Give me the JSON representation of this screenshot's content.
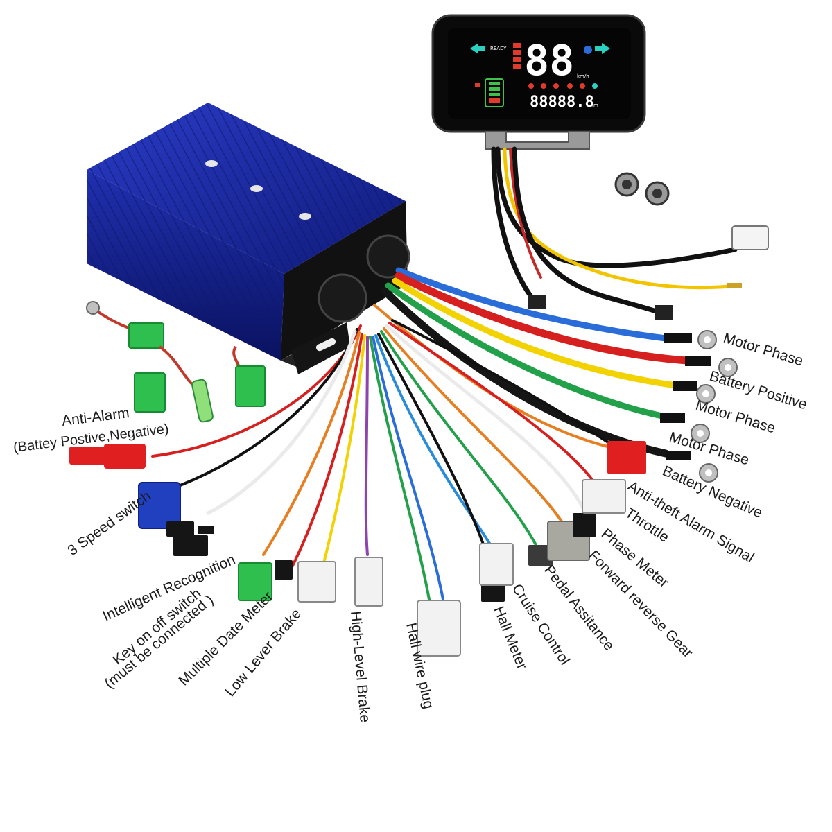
{
  "display": {
    "speed": "88",
    "unit": "km/h",
    "status": "READY",
    "odometer": "88888.8",
    "odo_unit": "km"
  },
  "labels": {
    "motor_phase_1": "Motor Phase",
    "battery_positive": "Battery Positive",
    "motor_phase_2": "Motor Phase",
    "motor_phase_3": "Motor Phase",
    "battery_negative": "Battery Negative",
    "anti_theft_alarm": "Anti-theft Alarm Signal",
    "throttle": "Throttle",
    "phase_meter": "Phase Meter",
    "forward_reverse": "Forward reverse Gear",
    "pedal_assistance": "Pedal Assitance",
    "cruise_control": "Cruise Control",
    "hall_meter": "Hall Meter",
    "hall_wire_plug": "Hall wire plug",
    "high_level_brake": "High-Level Brake",
    "low_lever_brake": "Low Lever Brake",
    "multiple_date_meter": "Multiple Date Meter",
    "key_switch_line1": "Key on off switch",
    "key_switch_line2": "(must be connected )",
    "intelligent_recognition": "Intelligent Recognition",
    "three_speed_switch": "3 Speed switch",
    "anti_alarm_line1": "Anti-Alarm",
    "anti_alarm_line2": "(Battey Postive,Negative)"
  },
  "colors": {
    "controller_body": "#1f2fa8",
    "display_bezel": "#0a0a0a",
    "lcd_cyan": "#2ad0c0",
    "lcd_red": "#e03a2a",
    "lcd_green": "#3ec24a",
    "connector_green": "#2fbf4f",
    "connector_red": "#e02020",
    "connector_blue": "#2040c0"
  },
  "icons": [
    "left-arrow-icon",
    "right-arrow-icon",
    "headlight-icon",
    "battery-icon",
    "warning-icons"
  ]
}
